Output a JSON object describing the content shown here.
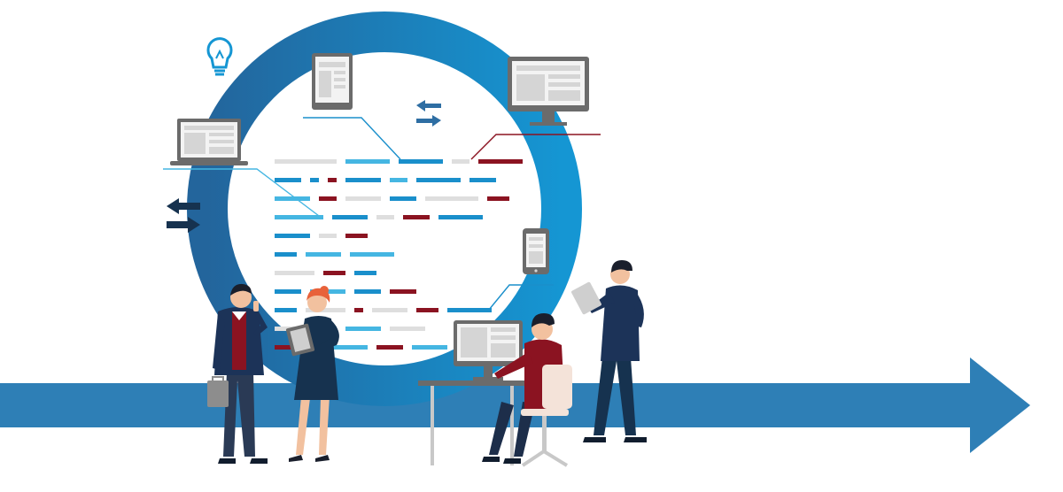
{
  "colors": {
    "ring_dark": "#1f6ea8",
    "ring_light": "#1596d3",
    "arrow": "#2e7fb6",
    "navy": "#16324f",
    "maroon": "#8b1321",
    "light_blue": "#45b6e2",
    "mid_blue": "#1a8fcb",
    "gray_line": "#dedede",
    "device_gray": "#6b6b6b",
    "screen_gray": "#e5e5e5"
  },
  "code_lines": [
    [
      "gray-70",
      "light-50",
      "mid-50",
      "gray-20",
      "maroon-50"
    ],
    [
      "mid-30",
      "mid-10",
      "maroon-10",
      "mid-40",
      "light-20",
      "mid-50",
      "mid-30"
    ],
    [
      "light-40",
      "maroon-20",
      "gray-40",
      "mid-30",
      "gray-60",
      "maroon-25"
    ],
    [
      "light-55",
      "mid-40",
      "gray-20",
      "maroon-30",
      "mid-50"
    ],
    [
      "mid-40",
      "gray-20",
      "maroon-25"
    ],
    [
      "mid-25",
      "light-40",
      "light-50"
    ],
    [
      "gray-45",
      "maroon-25",
      "mid-25"
    ],
    [
      "mid-30",
      "light-40",
      "mid-30",
      "maroon-30"
    ],
    [
      "mid-25",
      "gray-45",
      "maroon-10",
      "gray-40",
      "maroon-25",
      "mid-50"
    ],
    [
      "gray-45",
      "mid-15",
      "light-40",
      "gray-40"
    ],
    [
      "maroon-25",
      "mid-20",
      "light-40",
      "maroon-30",
      "light-40"
    ]
  ],
  "icons": [
    "lightbulb-icon",
    "tablet-icon",
    "monitor-icon",
    "laptop-icon",
    "phone-icon",
    "sync-arrows-icon"
  ]
}
